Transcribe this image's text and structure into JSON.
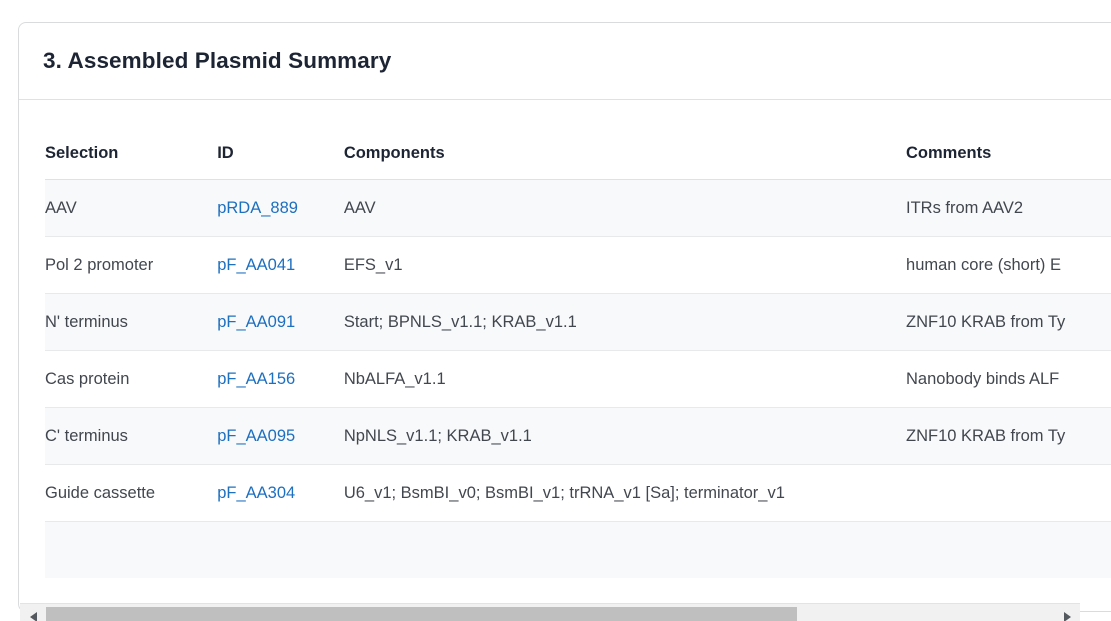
{
  "card": {
    "title": "3. Assembled Plasmid Summary"
  },
  "table": {
    "columns": [
      {
        "key": "selection",
        "label": "Selection"
      },
      {
        "key": "id",
        "label": "ID"
      },
      {
        "key": "components",
        "label": "Components"
      },
      {
        "key": "comments",
        "label": "Comments"
      }
    ],
    "rows": [
      {
        "selection": "AAV",
        "id": "pRDA_889",
        "components": "AAV",
        "comments": "ITRs from AAV2"
      },
      {
        "selection": "Pol 2 promoter",
        "id": "pF_AA041",
        "components": "EFS_v1",
        "comments": "human core (short) E"
      },
      {
        "selection": "N' terminus",
        "id": "pF_AA091",
        "components": "Start; BPNLS_v1.1; KRAB_v1.1",
        "comments": "ZNF10 KRAB from Ty"
      },
      {
        "selection": "Cas protein",
        "id": "pF_AA156",
        "components": "NbALFA_v1.1",
        "comments": "Nanobody binds ALF"
      },
      {
        "selection": "C' terminus",
        "id": "pF_AA095",
        "components": "NpNLS_v1.1; KRAB_v1.1",
        "comments": "ZNF10 KRAB from Ty"
      },
      {
        "selection": "Guide cassette",
        "id": "pF_AA304",
        "components": "U6_v1; BsmBI_v0; BsmBI_v1; trRNA_v1 [Sa]; terminator_v1",
        "comments": ""
      }
    ]
  },
  "scrollbar": {
    "left_arrow_icon": "triangle-left-icon",
    "right_arrow_icon": "triangle-right-icon",
    "thumb_label": "horizontal-scroll-thumb"
  },
  "colors": {
    "link": "#1d6fc0",
    "title": "#1d2433",
    "body_text": "#42474f",
    "row_stripe": "#f8f9fa",
    "border": "#dfe1e3",
    "card_border": "#d9dbdd",
    "scroll_track": "#f1f1f1",
    "scroll_thumb": "#bfbfbf"
  }
}
